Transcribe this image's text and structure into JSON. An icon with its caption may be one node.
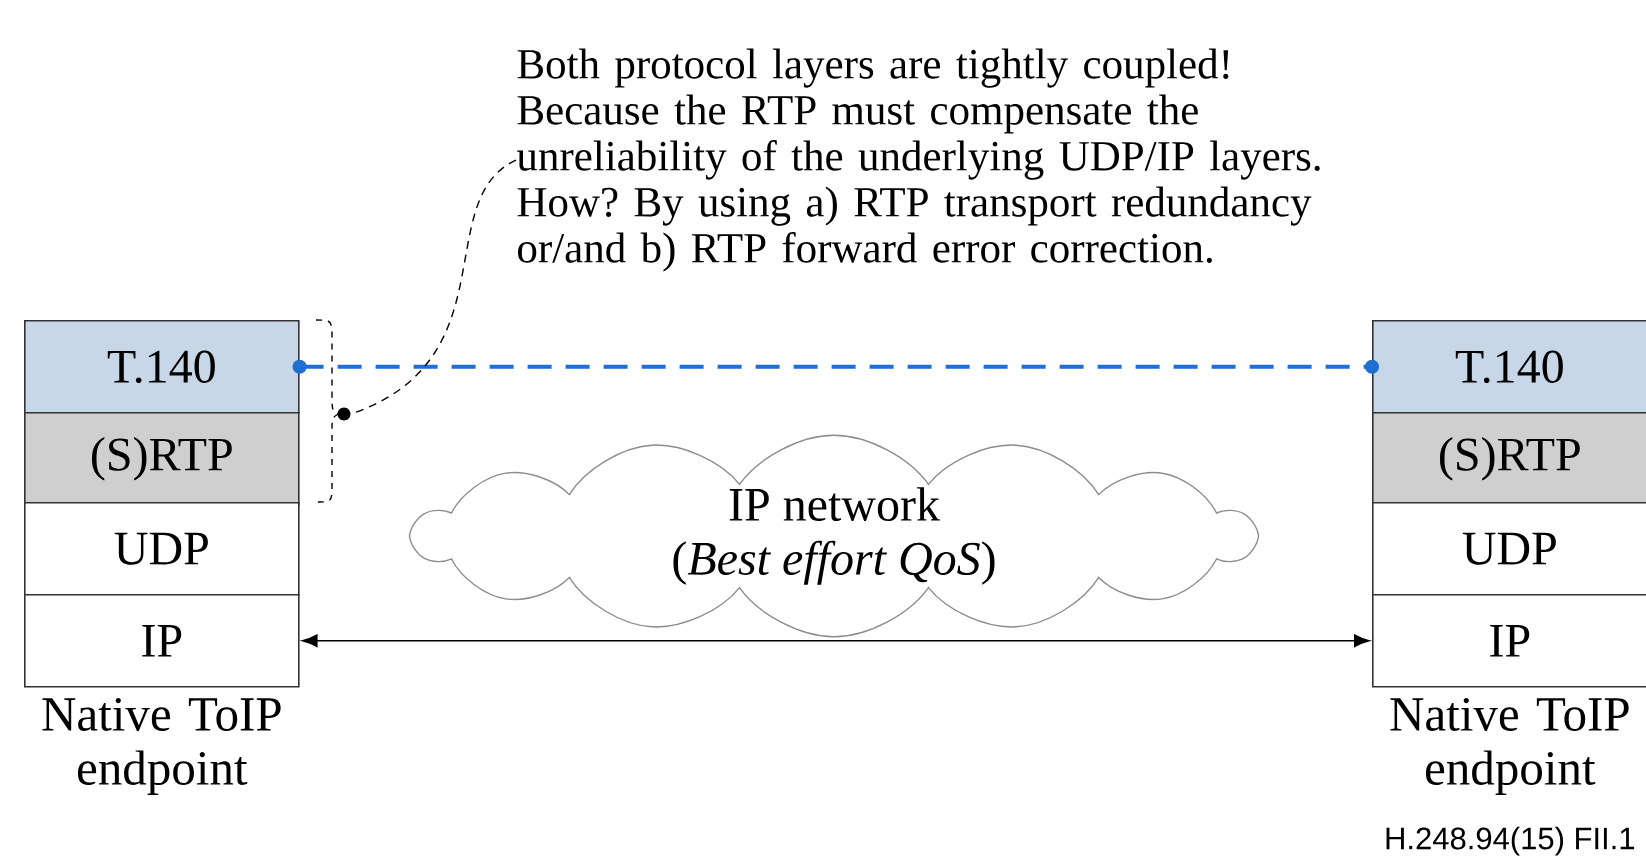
{
  "diagram": {
    "nodes": [
      {
        "text": [
          "T.140"
        ]
      },
      {
        "text": [
          "(S)RTP"
        ]
      },
      {
        "text": [
          "UDP"
        ]
      },
      {
        "text": [
          "IP"
        ],
        "beside": [
          "Native ToIP endpoint"
        ]
      },
      {
        "text": [
          "T.140"
        ]
      },
      {
        "text": [
          "(S)RTP"
        ]
      },
      {
        "text": [
          "UDP"
        ]
      },
      {
        "text": [
          "IP"
        ],
        "beside": [
          "Native ToIP endpoint"
        ]
      },
      {
        "text": [
          "IP network",
          "(*Best effort QoS*)"
        ]
      },
      {
        "text": [
          "Both protocol layers are tightly coupled!",
          "Because the RTP must compensate the unreliability of the underlying UDP/IP layers. How? By using a) RTP transport redundancy or/and b) RTP forward error correction."
        ]
      },
      {
        "text": [],
        "shape": "circle"
      }
    ],
    "edges": [
      {
        "from": 0,
        "to": 4,
        "arrow": "other",
        "style": "dashed",
        "color": "#1f6fd1"
      },
      {
        "from": 7,
        "to": 3,
        "arrow": "both"
      },
      {
        "from": 9,
        "to": 10,
        "arrow": "none",
        "style": "dashed"
      }
    ],
    "labels": [
      "H.248.94(15)  FII.1"
    ]
  }
}
